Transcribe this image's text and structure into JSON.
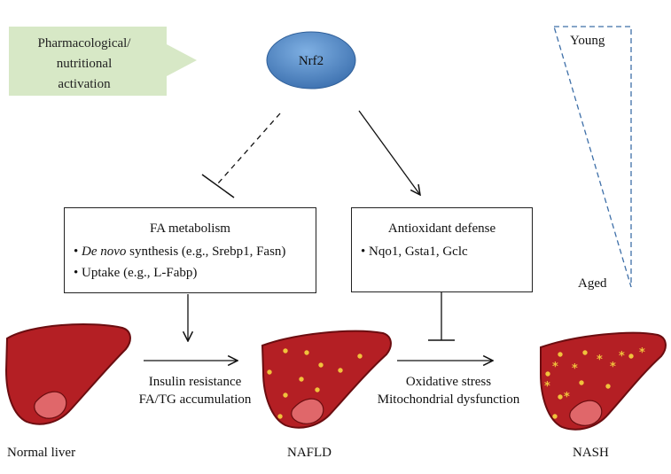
{
  "activation_label_lines": [
    "Pharmacological/",
    "nutritional",
    "activation"
  ],
  "nrf2_label": "Nrf2",
  "age_scale": {
    "top_label": "Young",
    "bottom_label": "Aged"
  },
  "fa_box": {
    "title": "FA metabolism",
    "items": [
      {
        "italic_prefix": "De novo",
        "text": " synthesis (e.g., Srebp1, Fasn)"
      },
      {
        "italic_prefix": "",
        "text": "Uptake (e.g., L-Fabp)"
      }
    ]
  },
  "antioxidant_box": {
    "title": "Antioxidant defense",
    "items": [
      {
        "italic_prefix": "",
        "text": "Nqo1, Gsta1, Gclc"
      }
    ]
  },
  "transition1_lines": [
    "Insulin resistance",
    "FA/TG accumulation"
  ],
  "transition2_lines": [
    "Oxidative stress",
    "Mitochondrial dysfunction"
  ],
  "stages": [
    "Normal liver",
    "NAFLD",
    "NASH"
  ],
  "bullet_char": "•",
  "colors": {
    "liver": "#b41f24",
    "liver_outline": "#6b0d10",
    "gallbladder": "#e0676a",
    "fat_droplet": "#f0c23c",
    "nrf2_fill": "#4d86c6",
    "activation_fill": "#d7e8c6",
    "triangle_stroke": "#3e6fa8"
  }
}
